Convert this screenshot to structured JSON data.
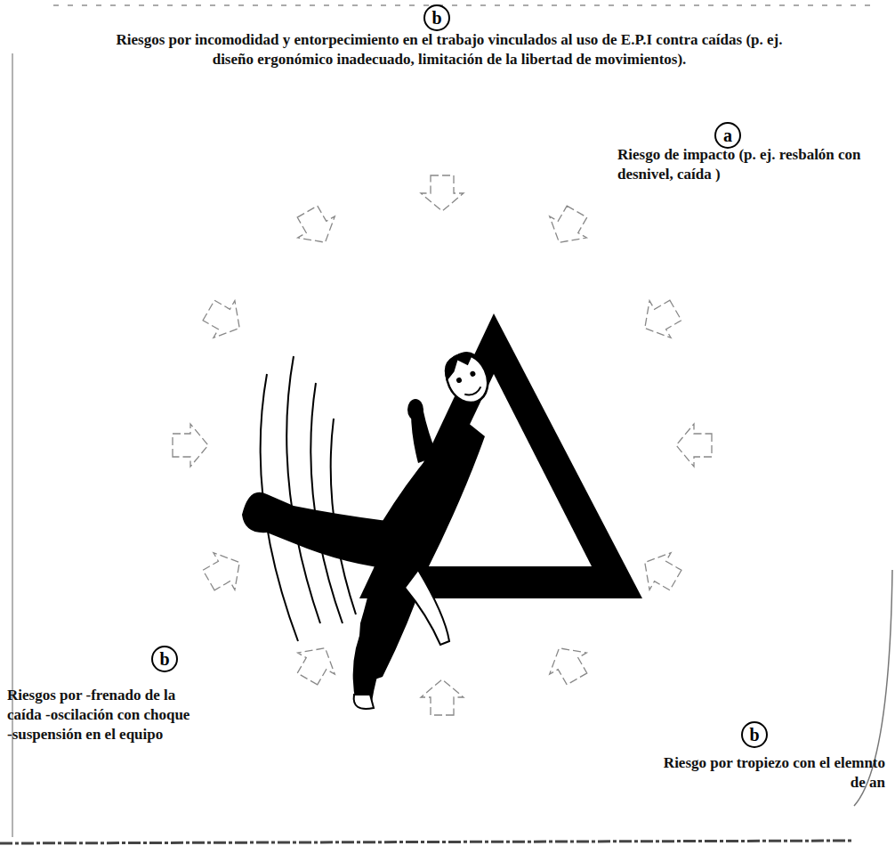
{
  "diagram": {
    "nodes": [
      {
        "text": [
          "b"
        ]
      },
      {
        "text": [
          "a"
        ]
      },
      {
        "text": [
          "b"
        ]
      },
      {
        "text": [
          "b"
        ]
      }
    ],
    "labels": [
      "Riesgos por incomodidad y entorpecimiento en el trabajo vinculados al uso de E.P.I contra caídas (p. ej. diseño ergonómico inadecuado, limitación de la libertad de movimientos).",
      "Riesgo de impacto (p. ej. resbalón con desnivel, caída )",
      "Riesgos por -frenado de la caída -oscilación con choque -suspensión en el equipo",
      "Riesgo por tropiezo con el elemnto de an"
    ]
  }
}
